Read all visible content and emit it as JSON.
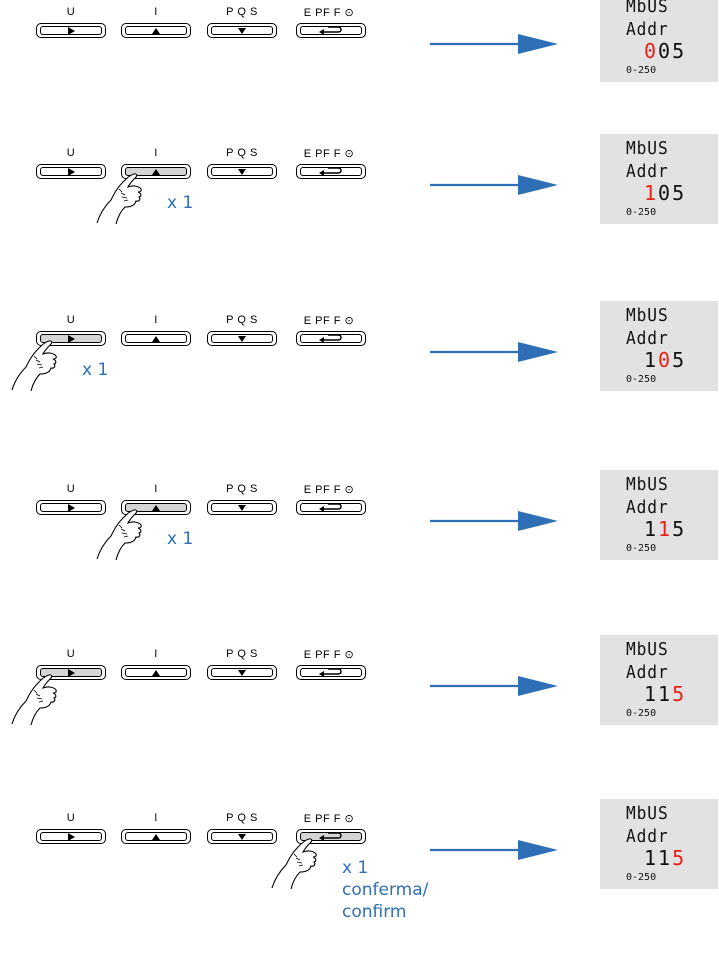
{
  "buttons": {
    "u": "U",
    "i": "I",
    "pqs": "P Q S",
    "epff": "E PF F ⊙"
  },
  "display": {
    "line1": "MbUS",
    "line2": "Addr",
    "range": "0-250"
  },
  "steps": [
    {
      "pressed": "",
      "count": "",
      "caption1": "",
      "caption2": "",
      "value_pre": "",
      "value_blink": "0",
      "value_post": "05"
    },
    {
      "pressed": "i",
      "count": "x 1",
      "caption1": "",
      "caption2": "",
      "value_pre": "",
      "value_blink": "1",
      "value_post": "05"
    },
    {
      "pressed": "u",
      "count": "x 1",
      "caption1": "",
      "caption2": "",
      "value_pre": "1",
      "value_blink": "0",
      "value_post": "5"
    },
    {
      "pressed": "i",
      "count": "x 1",
      "caption1": "",
      "caption2": "",
      "value_pre": "1",
      "value_blink": "1",
      "value_post": "5"
    },
    {
      "pressed": "u",
      "count": "",
      "caption1": "",
      "caption2": "",
      "value_pre": "11",
      "value_blink": "5",
      "value_post": ""
    },
    {
      "pressed": "enter",
      "count": "x 1",
      "caption1": "conferma/",
      "caption2": "confirm",
      "value_pre": "11",
      "value_blink": "5",
      "value_post": ""
    }
  ],
  "colors": {
    "arrow": "#2f6fb5",
    "blink": "#e8211b",
    "lcd_bg": "#e2e2e2",
    "pressed": "#d4d4d4"
  }
}
